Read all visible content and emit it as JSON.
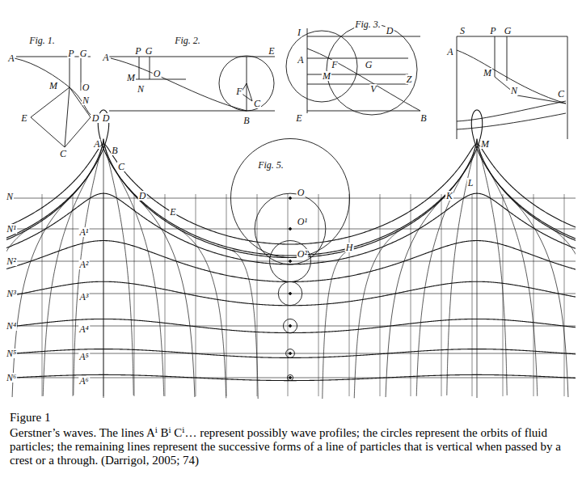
{
  "diagram": {
    "title": "Figure 1",
    "caption": "Gerstner’s waves. The lines Aⁱ Bⁱ Cⁱ… represent possibly wave profiles; the circles represent the orbits of fluid particles; the remaining lines represent the successive forms of a line of particles that is vertical when passed by a crest or a through. (Darrigol, 2005; 74)",
    "labels": [
      "Fig. 1.",
      "A",
      "P",
      "G",
      "M",
      "O",
      "N",
      "E",
      "D",
      "C",
      "Fig. 2.",
      "A",
      "P",
      "G",
      "M",
      "O",
      "N",
      "E",
      "F",
      "C",
      "D",
      "B",
      "Fig. 3.",
      "I",
      "D",
      "A",
      "F",
      "G",
      "M",
      "V",
      "Z",
      "E",
      "B",
      "S",
      "P",
      "G",
      "A",
      "M",
      "N",
      "C",
      "A",
      "B",
      "C",
      "D",
      "E",
      "H",
      "K",
      "L",
      "M",
      "N",
      "N¹",
      "N²",
      "N³",
      "N⁴",
      "N⁵",
      "N⁶",
      "A¹",
      "A²",
      "A³",
      "A⁴",
      "A⁵",
      "A⁶",
      "Fig. 5.",
      "O",
      "O¹",
      "O²"
    ]
  }
}
